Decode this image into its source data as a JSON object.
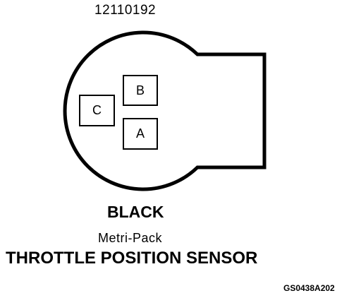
{
  "part_number": "12110192",
  "pins": {
    "c": "C",
    "b": "B",
    "a": "A"
  },
  "connector_color": "BLACK",
  "connector_type": "Metri-Pack",
  "sensor_name": "THROTTLE POSITION SENSOR",
  "reference_code": "GS0438A202"
}
